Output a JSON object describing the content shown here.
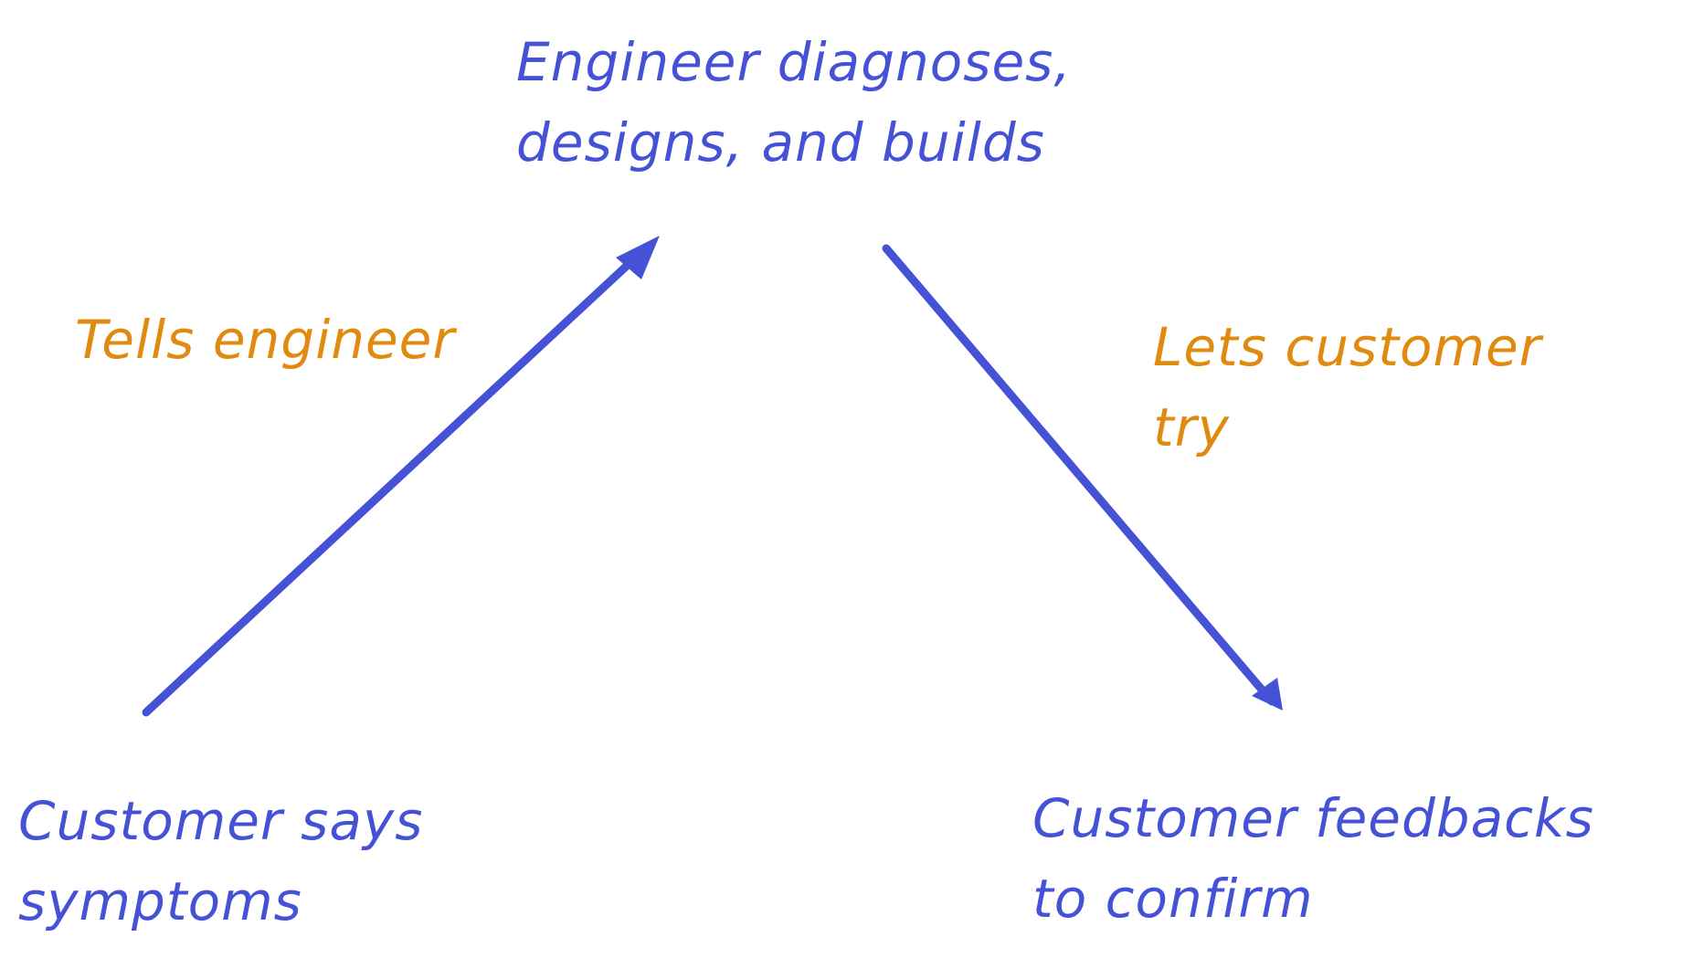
{
  "nodes": {
    "top": [
      "Engineer diagnoses,",
      "designs, and builds"
    ],
    "bottom_left": [
      "Customer says",
      "symptoms"
    ],
    "bottom_right": [
      "Customer feedbacks",
      "to confirm"
    ]
  },
  "edges": {
    "left": {
      "label": [
        "Tells engineer"
      ]
    },
    "right": {
      "label": [
        "Lets customer",
        "try"
      ]
    }
  },
  "colors": {
    "node_text": "#4652d6",
    "edge_label_text": "#e08a10",
    "arrow": "#4652d6",
    "background": "#ffffff"
  }
}
